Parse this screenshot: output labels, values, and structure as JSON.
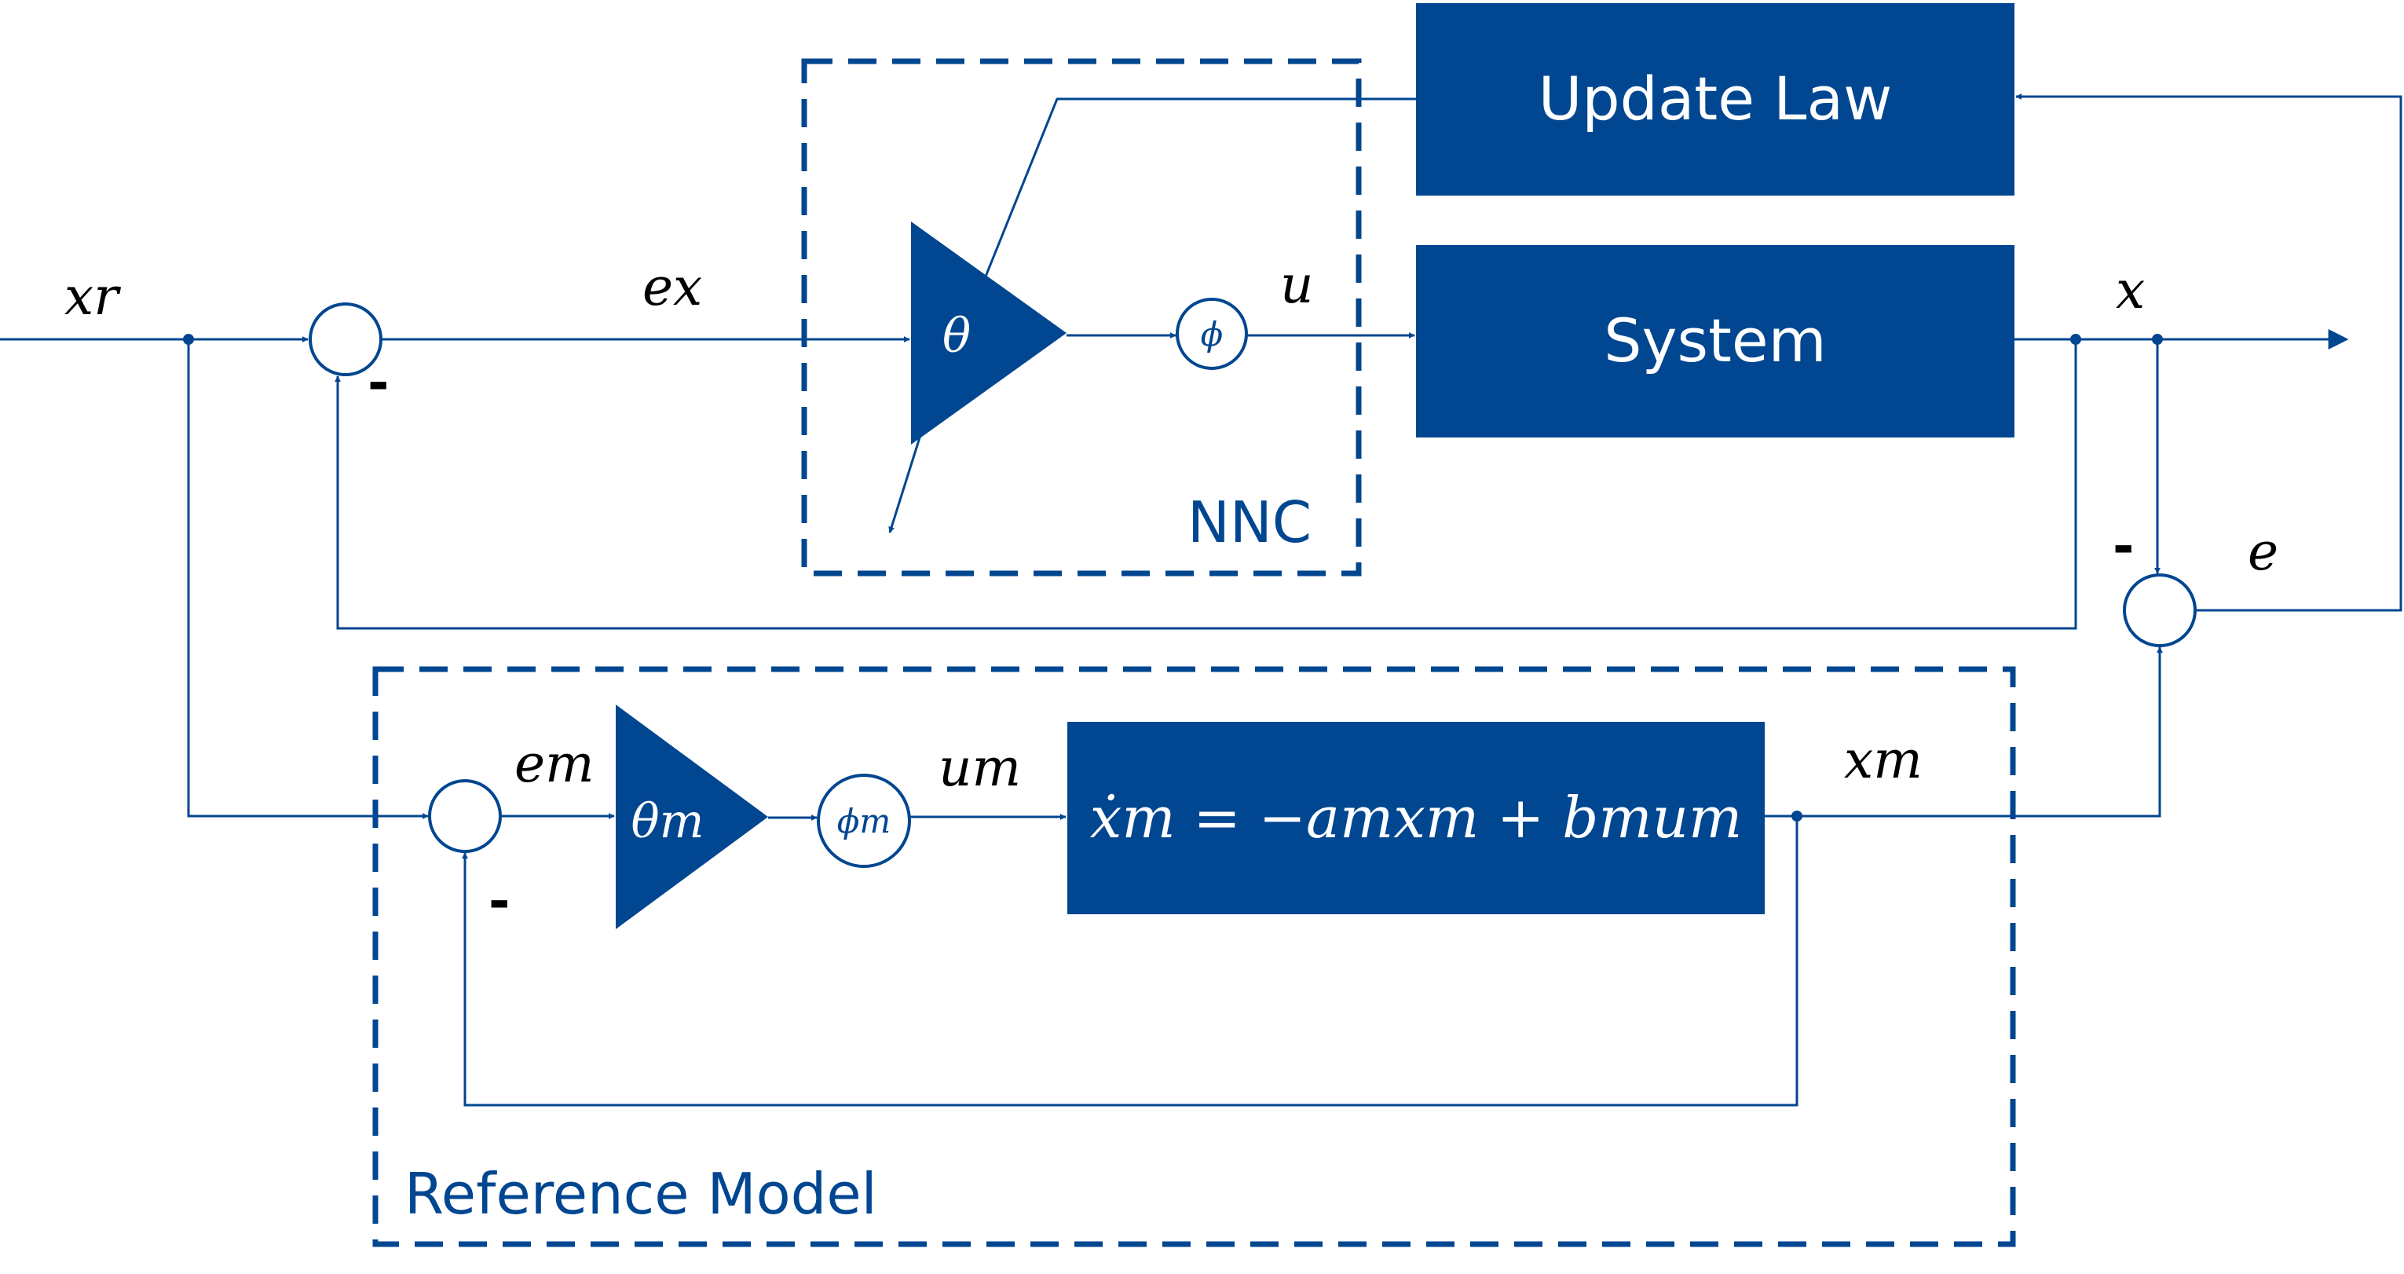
{
  "colors": {
    "primary": "#004690",
    "text": "#000000",
    "background": "#ffffff"
  },
  "blocks": {
    "update_law": "Update Law",
    "system": "System",
    "reference_model_equation": "ẋm = −amxm + bmum"
  },
  "regions": {
    "nnc": "NNC",
    "reference_model": "Reference Model"
  },
  "signals": {
    "x_r": "xr",
    "e_x": "ex",
    "u": "u",
    "x": "x",
    "e": "e",
    "e_m": "em",
    "u_m": "um",
    "x_m": "xm"
  },
  "gains": {
    "theta": "θ",
    "theta_m": "θm"
  },
  "nonlinearities": {
    "phi": "ϕ",
    "phi_m": "ϕm"
  },
  "signs": {
    "minus": "-"
  }
}
